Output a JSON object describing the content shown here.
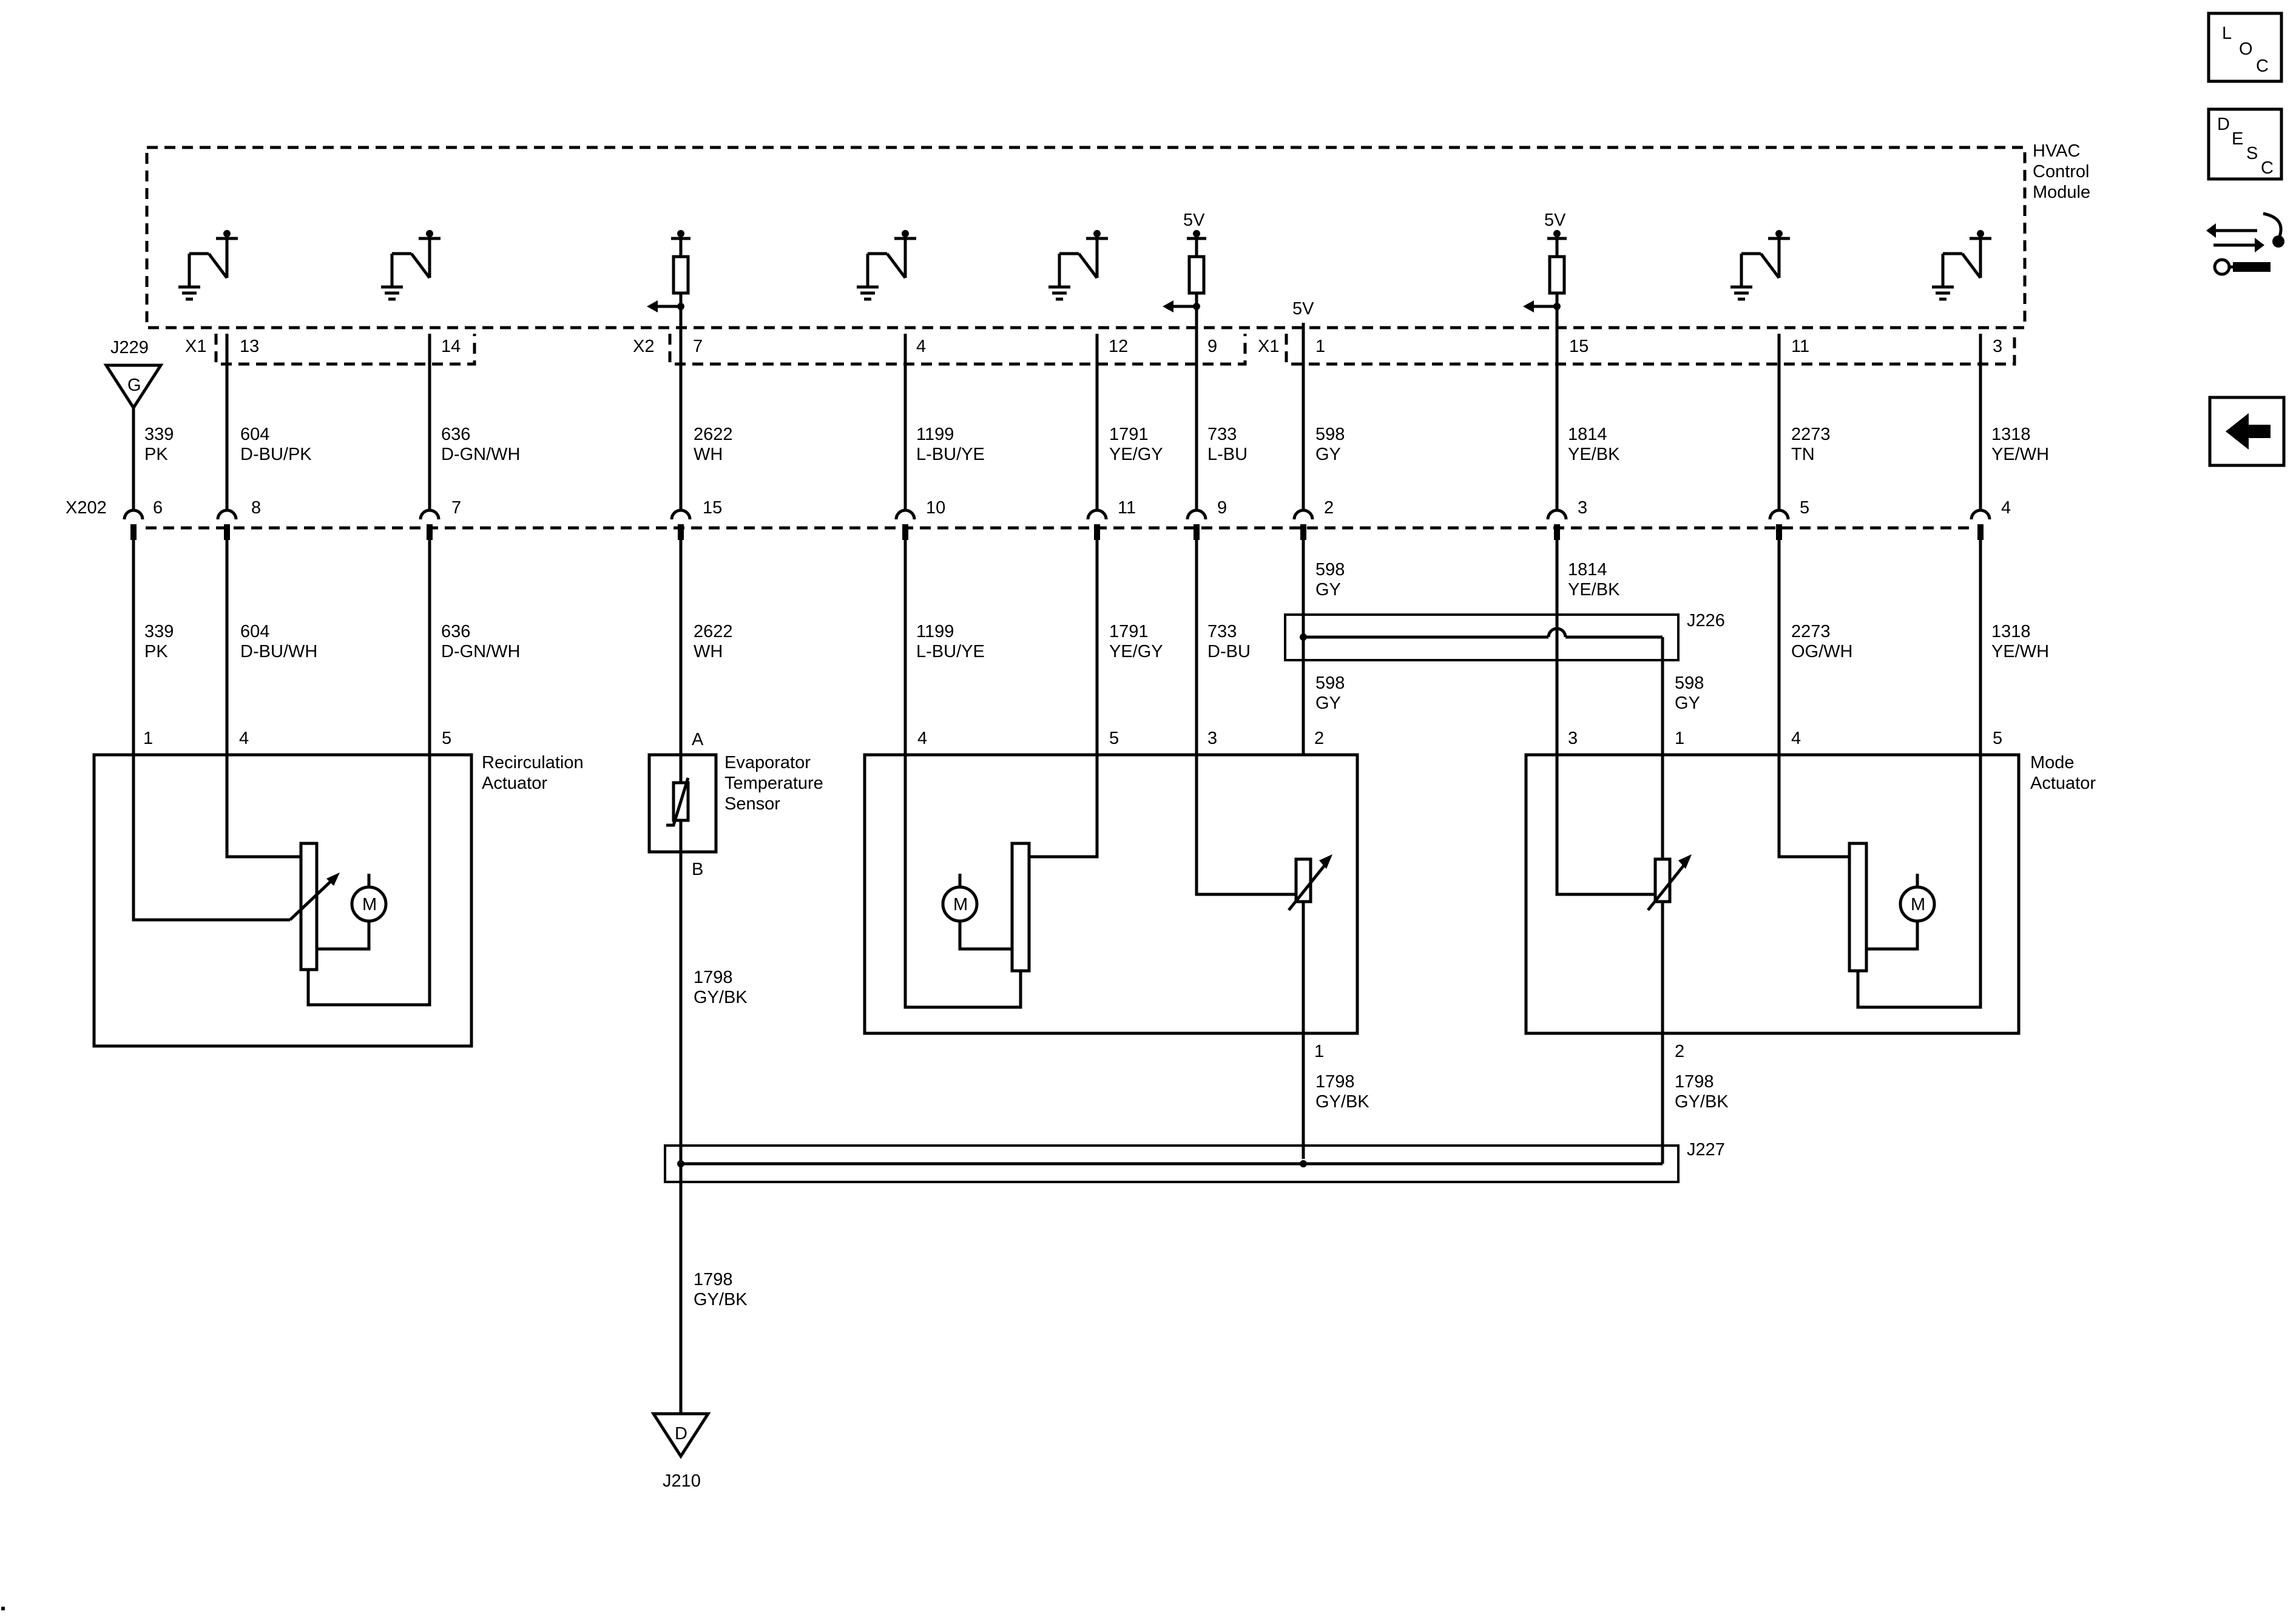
{
  "module": {
    "name": [
      "HVAC",
      "Control",
      "Module"
    ]
  },
  "nav": {
    "loc": [
      "L",
      "O",
      "C"
    ],
    "desc": [
      "D",
      "E",
      "S",
      "C"
    ]
  },
  "connectors": {
    "x1_left": "X1",
    "x2": "X2",
    "x1_right": "X1",
    "x202": "X202"
  },
  "refs": {
    "j229": "J229",
    "j229_tag": "G",
    "j210": "J210",
    "j210_tag": "D",
    "j226": "J226",
    "j227": "J227"
  },
  "supply": {
    "five_volt": "5V"
  },
  "module_pins": [
    "13",
    "14",
    "7",
    "4",
    "12",
    "9",
    "1",
    "15",
    "11",
    "3"
  ],
  "wires_upper": [
    {
      "circuit": "339",
      "color": "PK"
    },
    {
      "circuit": "604",
      "color": "D-BU/PK"
    },
    {
      "circuit": "636",
      "color": "D-GN/WH"
    },
    {
      "circuit": "2622",
      "color": "WH"
    },
    {
      "circuit": "1199",
      "color": "L-BU/YE"
    },
    {
      "circuit": "1791",
      "color": "YE/GY"
    },
    {
      "circuit": "733",
      "color": "L-BU"
    },
    {
      "circuit": "598",
      "color": "GY"
    },
    {
      "circuit": "1814",
      "color": "YE/BK"
    },
    {
      "circuit": "2273",
      "color": "TN"
    },
    {
      "circuit": "1318",
      "color": "YE/WH"
    }
  ],
  "x202_pins": [
    "6",
    "8",
    "7",
    "15",
    "10",
    "11",
    "9",
    "2",
    "3",
    "5",
    "4"
  ],
  "wires_lower": [
    {
      "circuit": "339",
      "color": "PK"
    },
    {
      "circuit": "604",
      "color": "D-BU/WH"
    },
    {
      "circuit": "636",
      "color": "D-GN/WH"
    },
    {
      "circuit": "2622",
      "color": "WH"
    },
    {
      "circuit": "1199",
      "color": "L-BU/YE"
    },
    {
      "circuit": "1791",
      "color": "YE/GY"
    },
    {
      "circuit": "733",
      "color": "D-BU"
    },
    {
      "circuit": "598",
      "color": "GY"
    },
    {
      "circuit": "1814",
      "color": "YE/BK"
    },
    {
      "circuit": "598",
      "color": "GY"
    },
    {
      "circuit": "598",
      "color": "GY"
    },
    {
      "circuit": "2273",
      "color": "OG/WH"
    },
    {
      "circuit": "1318",
      "color": "YE/WH"
    }
  ],
  "components": {
    "recirc": {
      "name": [
        "Recirculation",
        "Actuator"
      ],
      "pins": [
        "1",
        "4",
        "5"
      ],
      "motor": "M"
    },
    "evap": {
      "name": [
        "Evaporator",
        "Temperature",
        "Sensor"
      ],
      "pins": [
        "A",
        "B"
      ]
    },
    "mid_actuator": {
      "pins": [
        "4",
        "5",
        "3",
        "2",
        "1"
      ],
      "motor": "M"
    },
    "mode": {
      "name": [
        "Mode",
        "Actuator"
      ],
      "pins": [
        "3",
        "1",
        "4",
        "5",
        "2"
      ],
      "motor": "M"
    }
  },
  "ground_wires": [
    {
      "circuit": "1798",
      "color": "GY/BK"
    },
    {
      "circuit": "1798",
      "color": "GY/BK"
    },
    {
      "circuit": "1798",
      "color": "GY/BK"
    },
    {
      "circuit": "1798",
      "color": "GY/BK"
    }
  ]
}
